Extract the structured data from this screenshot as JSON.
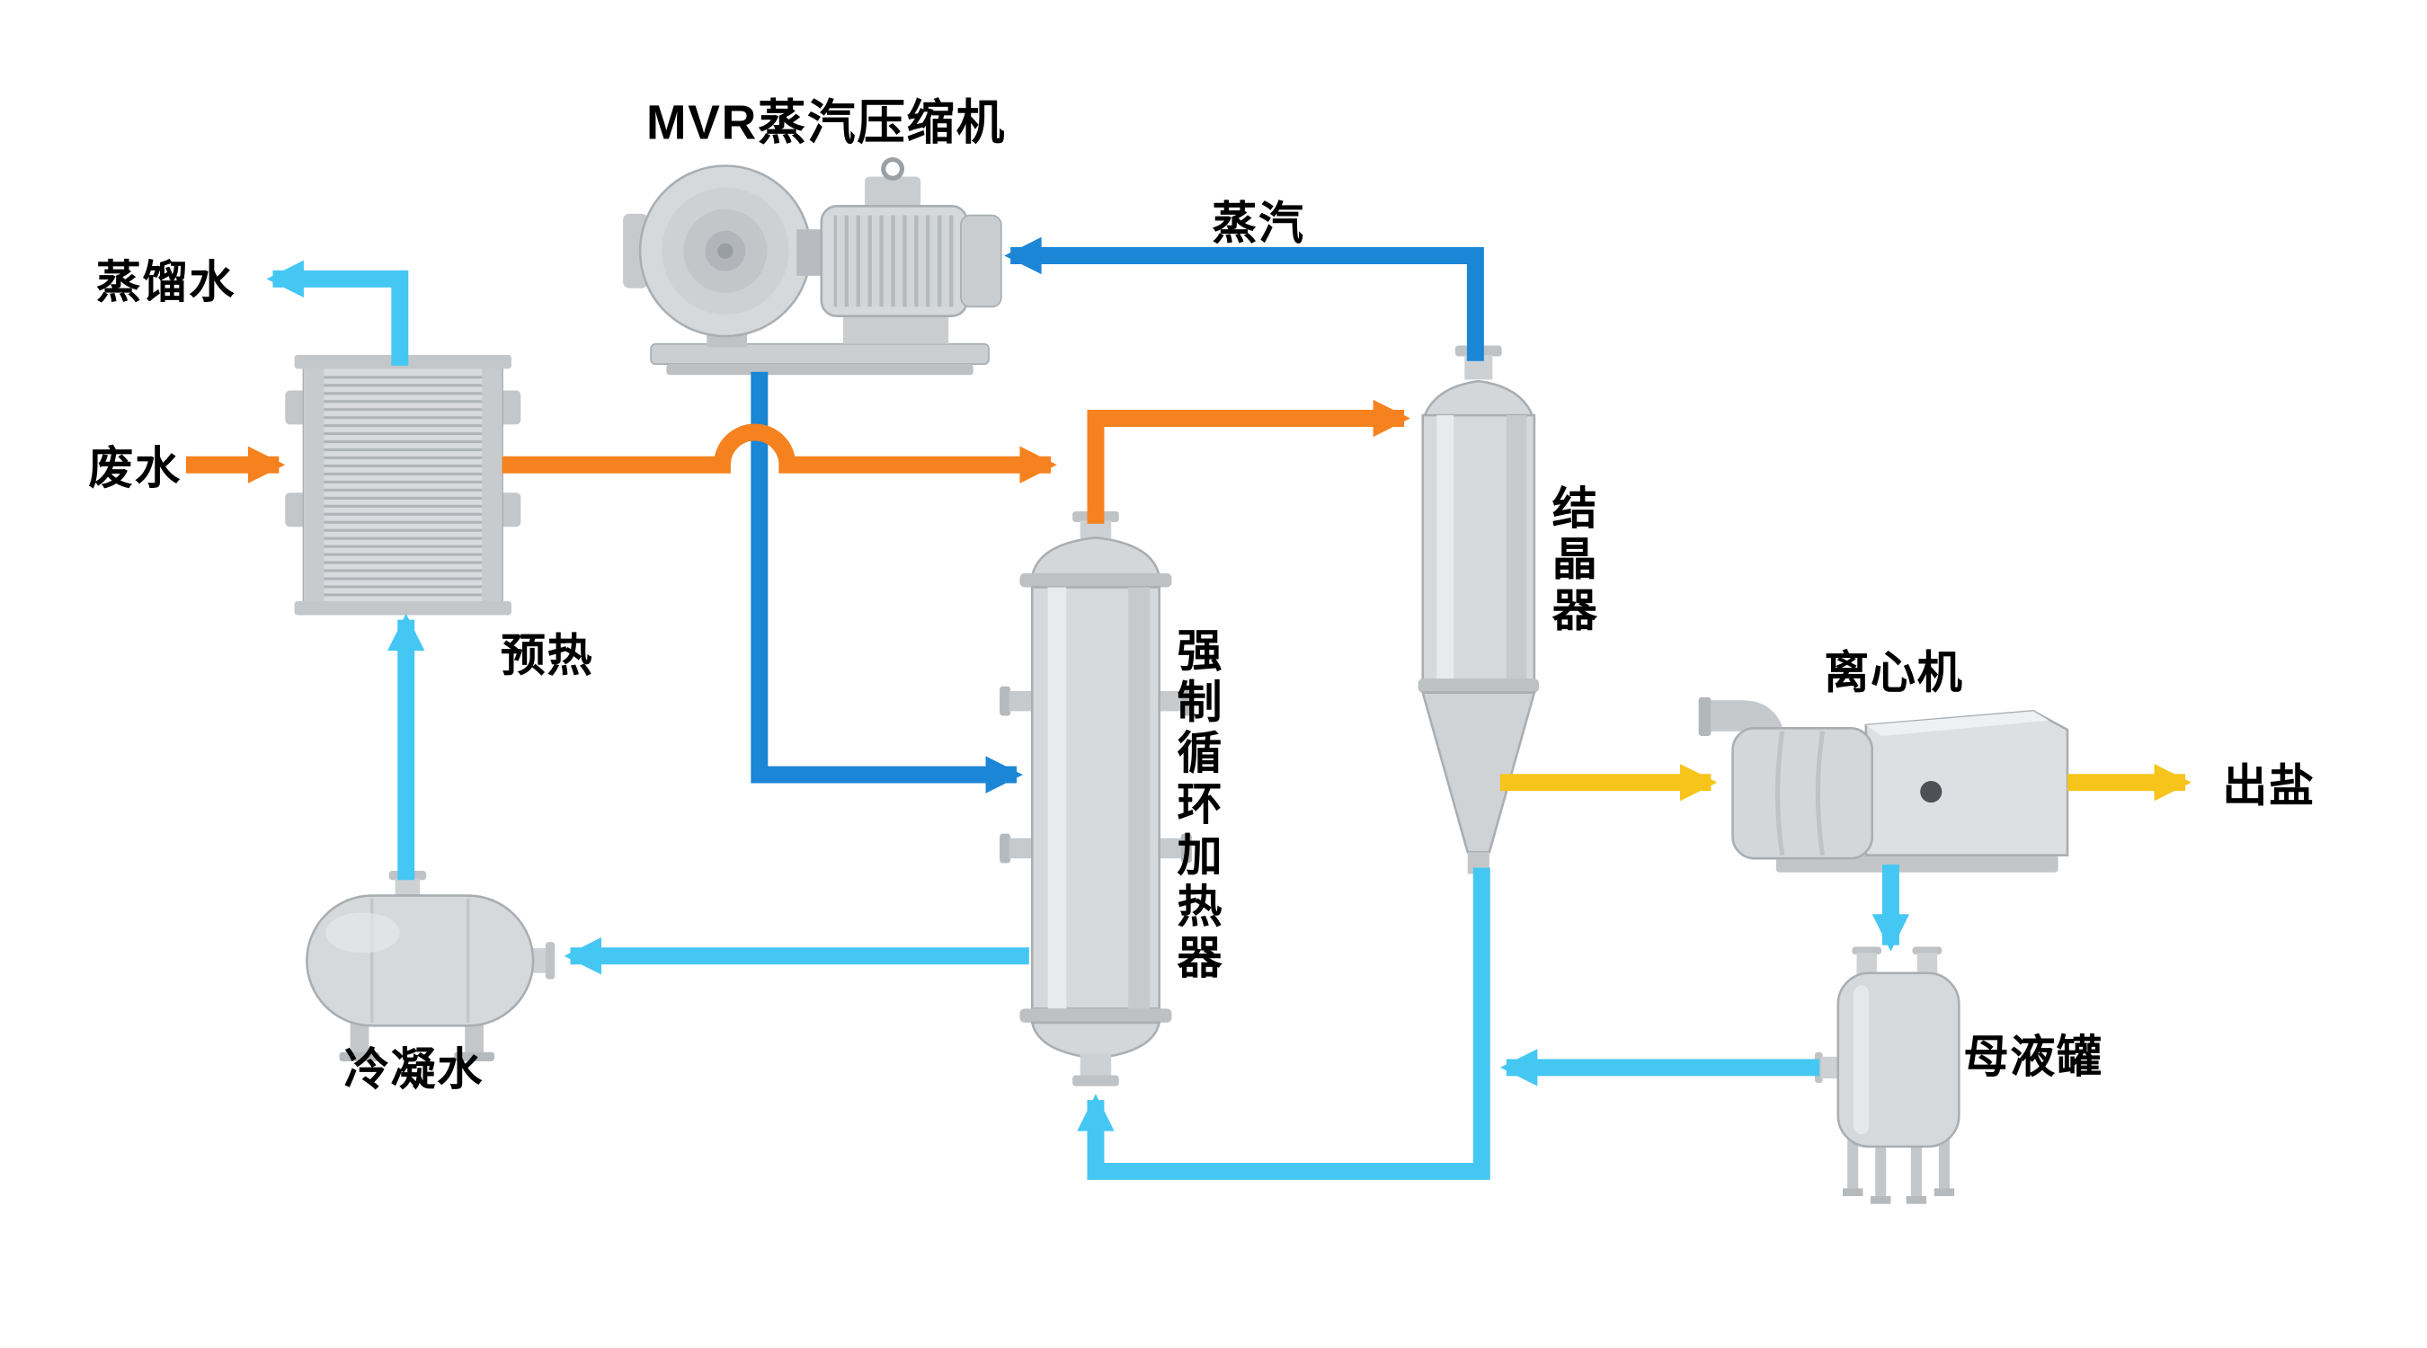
{
  "diagram": {
    "labels": {
      "compressor": "MVR蒸汽压缩机",
      "distilled_water": "蒸馏水",
      "waste_water": "废水",
      "preheat": "预热",
      "steam": "蒸汽",
      "condensate_water": "冷凝水",
      "forced_circulation_heater": "强制循环加热器",
      "crystallizer": "结晶器",
      "centrifuge": "离心机",
      "salt_out": "出盐",
      "mother_liquor_tank": "母液罐"
    },
    "colors": {
      "feed": "#F5821F",
      "steam": "#1B85D6",
      "condensate": "#45C7F3",
      "salt": "#F6C41A",
      "equipment": "#D7DADC",
      "background": "#FFFFFF",
      "text": "#000000"
    }
  }
}
